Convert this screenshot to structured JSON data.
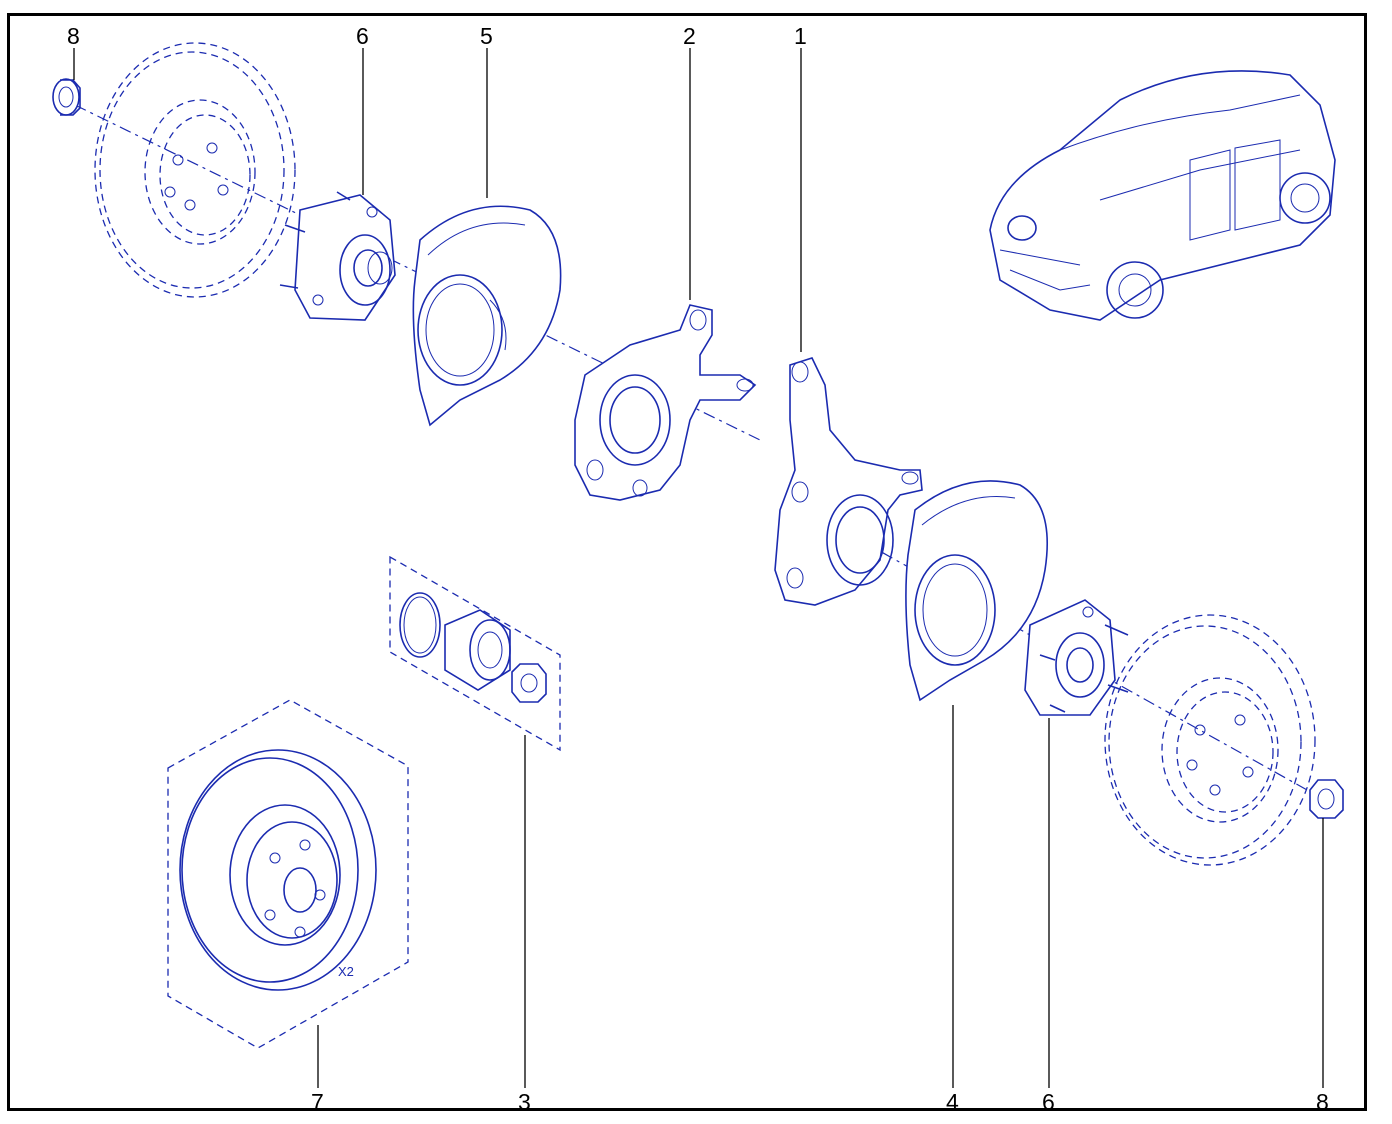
{
  "callouts": {
    "top_8": "8",
    "top_6": "6",
    "top_5": "5",
    "top_2": "2",
    "top_1": "1",
    "bottom_7": "7",
    "bottom_3": "3",
    "bottom_4": "4",
    "bottom_6": "6",
    "bottom_8": "8"
  },
  "disc_quantity_label": "X2",
  "line_color": "#1b2bb0"
}
